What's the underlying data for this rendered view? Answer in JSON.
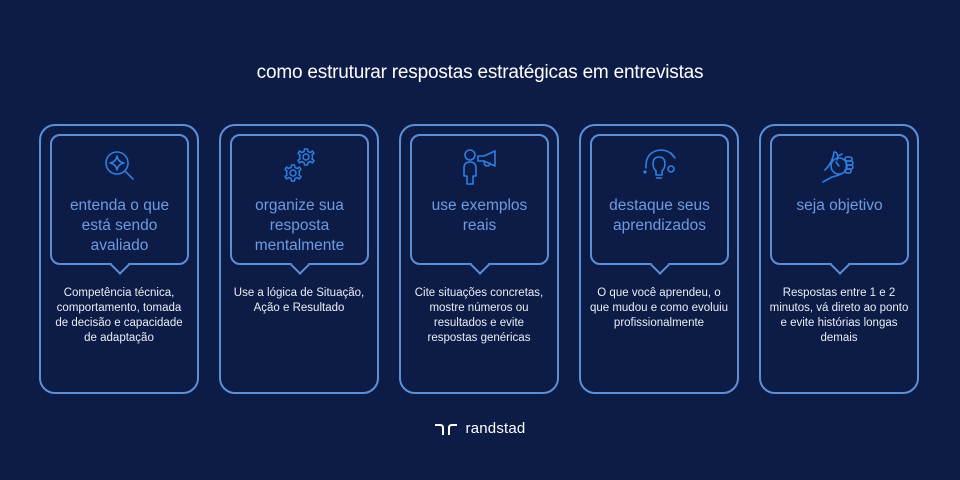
{
  "title": "como estruturar respostas estratégicas em entrevistas",
  "colors": {
    "background": "#0c1c47",
    "card_border": "#5d8fd6",
    "heading": "#6f9be0",
    "icon": "#2f7ee0",
    "body_text": "#e9edf5"
  },
  "cards": [
    {
      "icon": "search-sparkle-icon",
      "heading": "entenda o que está sendo avaliado",
      "description": "Competência técnica, comportamento, tomada de decisão e capacidade de adaptação"
    },
    {
      "icon": "gears-icon",
      "heading": "organize sua resposta mentalmente",
      "description": "Use a lógica de Situação, Ação e Resultado"
    },
    {
      "icon": "person-megaphone-icon",
      "heading": "use exemplos reais",
      "description": "Cite situações concretas, mostre números ou resultados e evite respostas genéricas"
    },
    {
      "icon": "lightbulb-orbit-icon",
      "heading": "destaque seus aprendizados",
      "description": "O que você aprendeu, o que mudou e como evoluiu profissionalmente"
    },
    {
      "icon": "hand-stopwatch-icon",
      "heading": "seja objetivo",
      "description": "Respostas entre 1 e 2 minutos, vá direto ao ponto e evite histórias longas demais"
    }
  ],
  "footer": {
    "brand": "randstad"
  }
}
